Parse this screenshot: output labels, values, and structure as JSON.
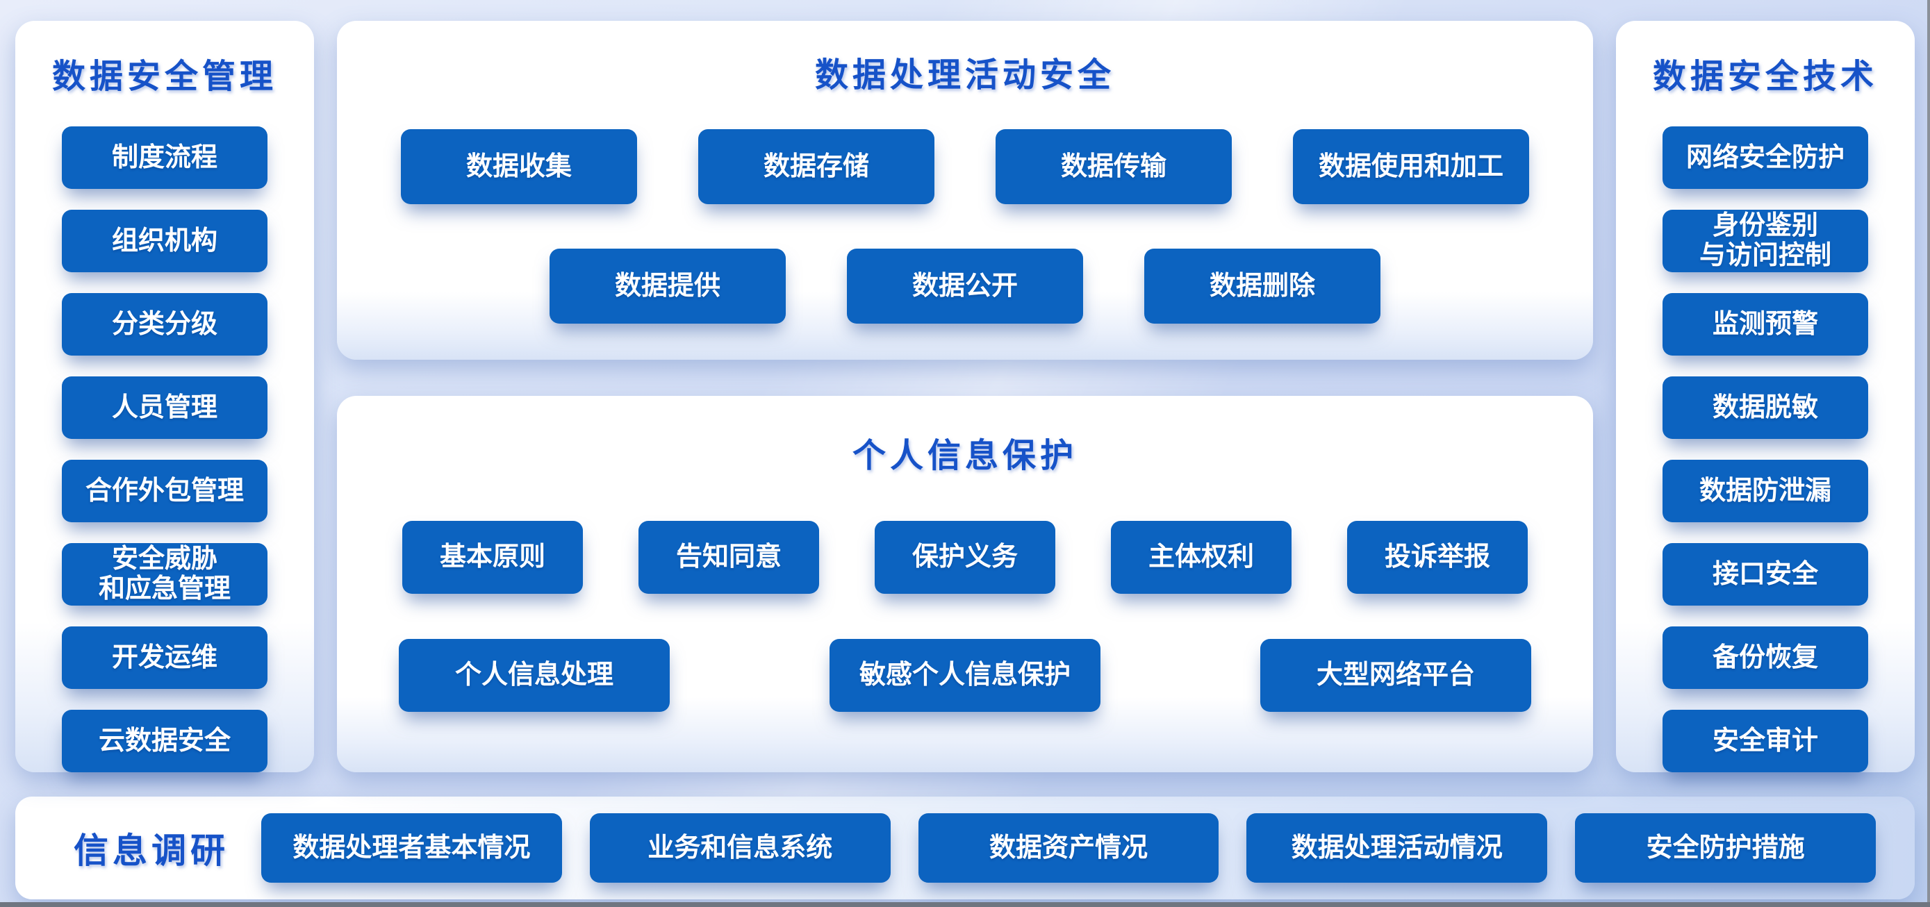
{
  "colors": {
    "block_blue": "#0C63C0",
    "title_blue": "#1652C8",
    "block_text": "#FFFFFF"
  },
  "management": {
    "title": "数据安全管理",
    "items": [
      "制度流程",
      "组织机构",
      "分类分级",
      "人员管理",
      "合作外包管理",
      "安全威胁\n和应急管理",
      "开发运维",
      "云数据安全"
    ]
  },
  "processing": {
    "title": "数据处理活动安全",
    "row1": [
      "数据收集",
      "数据存储",
      "数据传输",
      "数据使用和加工"
    ],
    "row2": [
      "数据提供",
      "数据公开",
      "数据删除"
    ]
  },
  "personal": {
    "title": "个人信息保护",
    "row1": [
      "基本原则",
      "告知同意",
      "保护义务",
      "主体权利",
      "投诉举报"
    ],
    "row2": [
      "个人信息处理",
      "敏感个人信息保护",
      "大型网络平台"
    ]
  },
  "technology": {
    "title": "数据安全技术",
    "items": [
      "网络安全防护",
      "身份鉴别\n与访问控制",
      "监测预警",
      "数据脱敏",
      "数据防泄漏",
      "接口安全",
      "备份恢复",
      "安全审计"
    ]
  },
  "research": {
    "title": "信息调研",
    "items": [
      "数据处理者基本情况",
      "业务和信息系统",
      "数据资产情况",
      "数据处理活动情况",
      "安全防护措施"
    ]
  }
}
